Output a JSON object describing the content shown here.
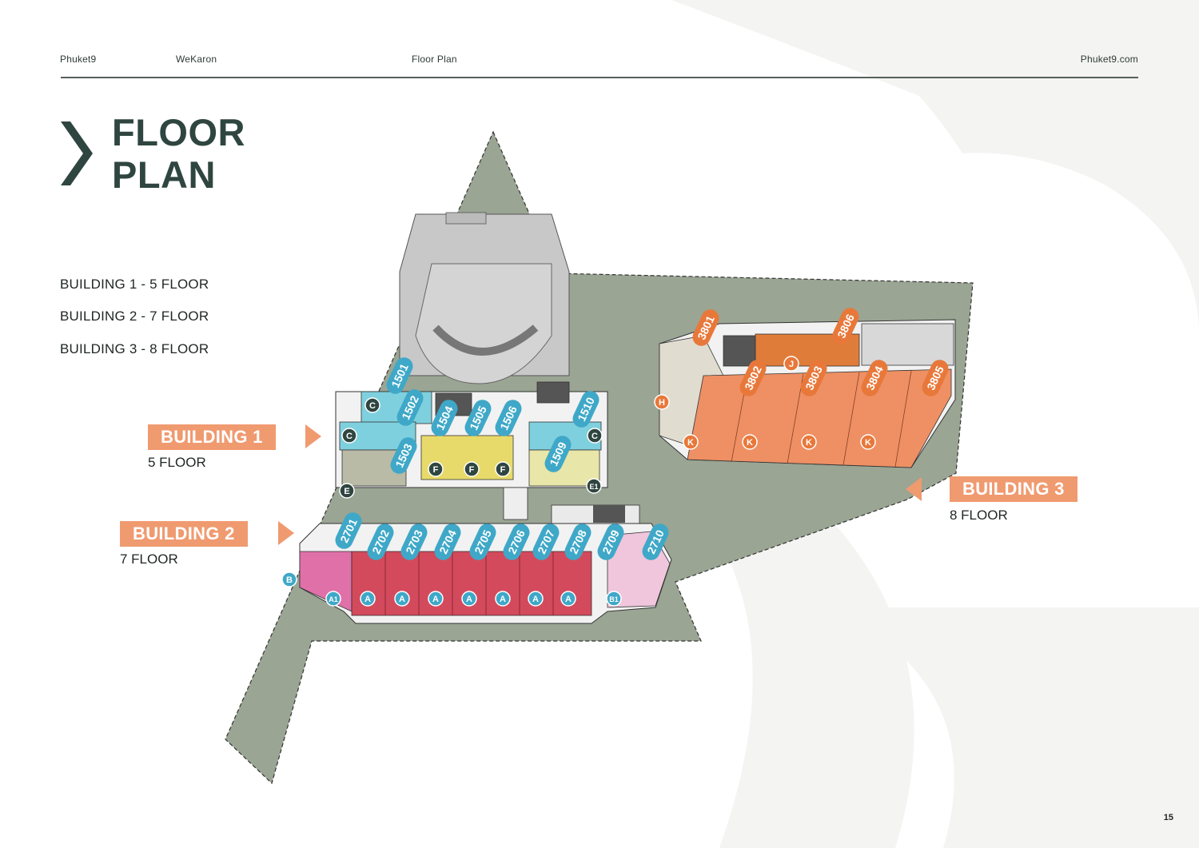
{
  "header": {
    "brand": "Phuket9",
    "project": "WeKaron",
    "section": "Floor Plan",
    "website": "Phuket9.com"
  },
  "title": {
    "line1": "FLOOR",
    "line2": "PLAN"
  },
  "floors": [
    "BUILDING 1 - 5 FLOOR",
    "BUILDING 2 - 7 FLOOR",
    "BUILDING 3 - 8 FLOOR"
  ],
  "buildings": {
    "b1": {
      "label": "BUILDING 1",
      "sub": "5 FLOOR"
    },
    "b2": {
      "label": "BUILDING 2",
      "sub": "7 FLOOR"
    },
    "b3": {
      "label": "BUILDING 3",
      "sub": "8 FLOOR"
    }
  },
  "unit_tags": {
    "building1": [
      "1501",
      "1502",
      "1503",
      "1504",
      "1505",
      "1506",
      "1509",
      "1510"
    ],
    "building2": [
      "2701",
      "2702",
      "2703",
      "2704",
      "2705",
      "2706",
      "2707",
      "2708",
      "2709",
      "2710"
    ],
    "building3": [
      "3801",
      "3802",
      "3803",
      "3804",
      "3805",
      "3806"
    ]
  },
  "type_markers": {
    "building1": [
      "C",
      "C",
      "C",
      "E",
      "F",
      "F",
      "F",
      "E1"
    ],
    "building2": [
      "B",
      "A1",
      "A",
      "A",
      "A",
      "A",
      "A",
      "A",
      "A",
      "B1"
    ],
    "building3": [
      "H",
      "J",
      "K",
      "K",
      "K",
      "K"
    ]
  },
  "colors": {
    "accent_orange": "#f09a70",
    "title_green": "#2f4540",
    "site_green": "#9aa593",
    "b1_cyan": "#7fd0de",
    "b1_yellow": "#e8da6a",
    "b2_red": "#d34a5c",
    "b2_pink": "#e070a8",
    "b3_orange": "#ee9064",
    "tag_blue": "#3fa8c8"
  },
  "page_number": "15"
}
